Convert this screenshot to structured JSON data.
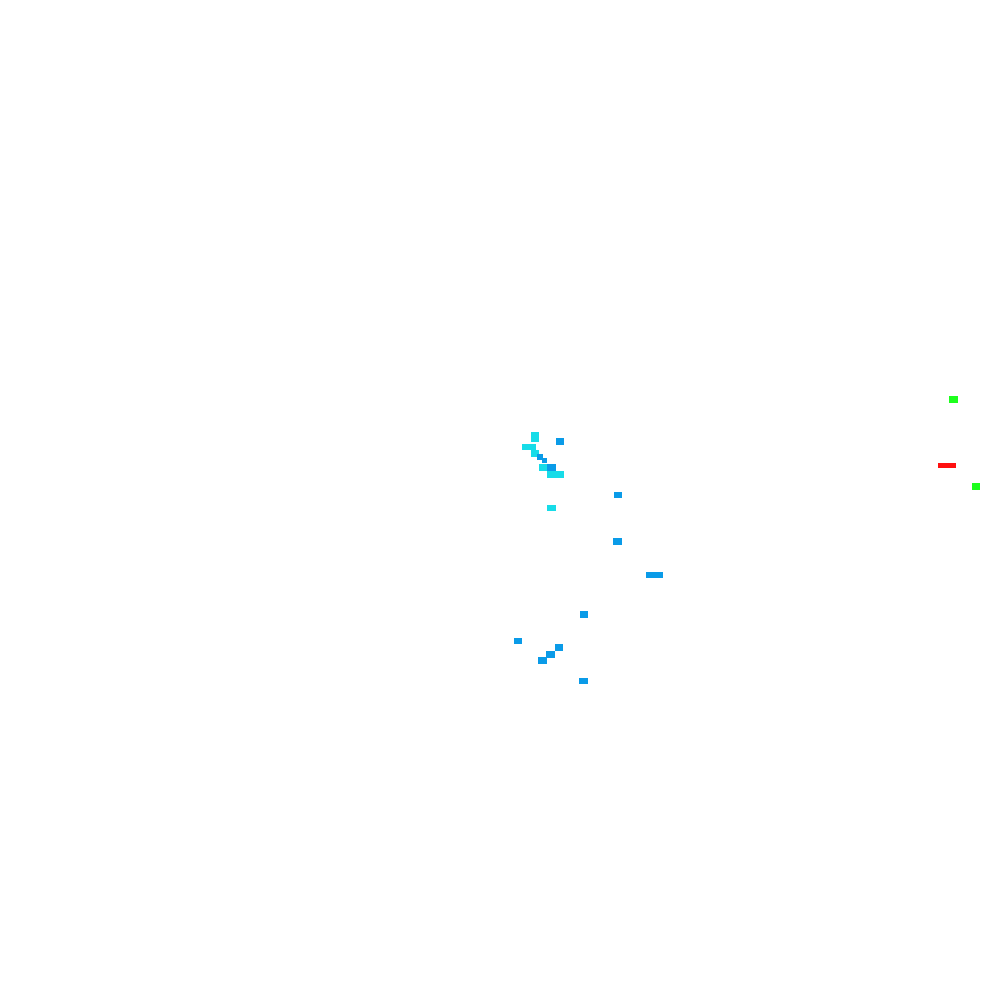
{
  "colors": {
    "background": "#ffffff",
    "cyan": "#17dce8",
    "blue": "#0a9be8",
    "green": "#1dff1d",
    "red": "#ff1010"
  },
  "markers": [
    {
      "id": "c1",
      "color": "cyan"
    },
    {
      "id": "c2",
      "color": "cyan"
    },
    {
      "id": "c3",
      "color": "cyan"
    },
    {
      "id": "c4",
      "color": "cyan"
    },
    {
      "id": "c5",
      "color": "cyan"
    },
    {
      "id": "c6",
      "color": "cyan"
    },
    {
      "id": "b1",
      "color": "blue"
    },
    {
      "id": "b2",
      "color": "blue"
    },
    {
      "id": "b3",
      "color": "blue"
    },
    {
      "id": "b4",
      "color": "blue"
    },
    {
      "id": "b5",
      "color": "blue"
    },
    {
      "id": "b6",
      "color": "blue"
    },
    {
      "id": "b7",
      "color": "blue"
    },
    {
      "id": "b8",
      "color": "blue"
    },
    {
      "id": "b9",
      "color": "blue"
    },
    {
      "id": "b10",
      "color": "blue"
    },
    {
      "id": "b11",
      "color": "blue"
    },
    {
      "id": "b12",
      "color": "blue"
    },
    {
      "id": "b13",
      "color": "blue"
    },
    {
      "id": "g1",
      "color": "green"
    },
    {
      "id": "g2",
      "color": "green"
    },
    {
      "id": "r1",
      "color": "red"
    }
  ]
}
